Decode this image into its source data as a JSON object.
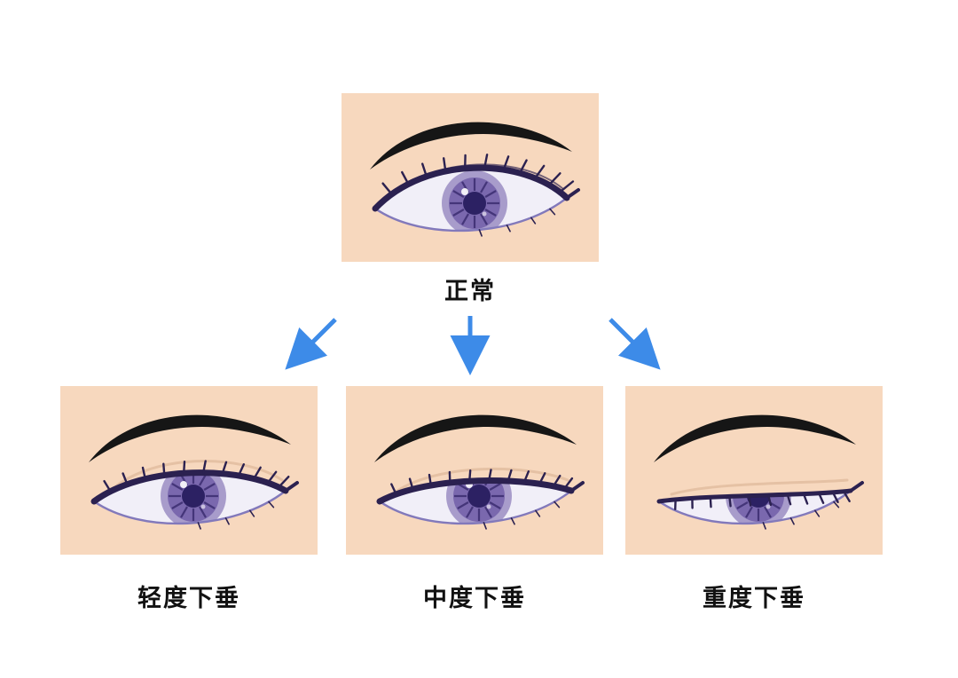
{
  "diagram": {
    "subject": "eyelid-ptosis-severity",
    "top_panel": {
      "label": "正常",
      "droop_level": 0
    },
    "bottom_panels": [
      {
        "label": "轻度下垂",
        "droop_level": 1
      },
      {
        "label": "中度下垂",
        "droop_level": 2
      },
      {
        "label": "重度下垂",
        "droop_level": 3
      }
    ],
    "arrows": [
      "down-left",
      "down",
      "down-right"
    ],
    "colors": {
      "panel_bg": "#F7D8BE",
      "arrow": "#3D8BE8",
      "label_text": "#111111",
      "skin_crease": "#E5C1A4",
      "brow": "#161616",
      "lash_line": "#2B2150",
      "lower_lid_line": "#8279BB",
      "iris_outer": "#A89CCB",
      "iris_mid": "#7A68AE",
      "iris_spoke": "#443579",
      "pupil": "#2C2163",
      "sclera": "#F1EFF8"
    }
  }
}
